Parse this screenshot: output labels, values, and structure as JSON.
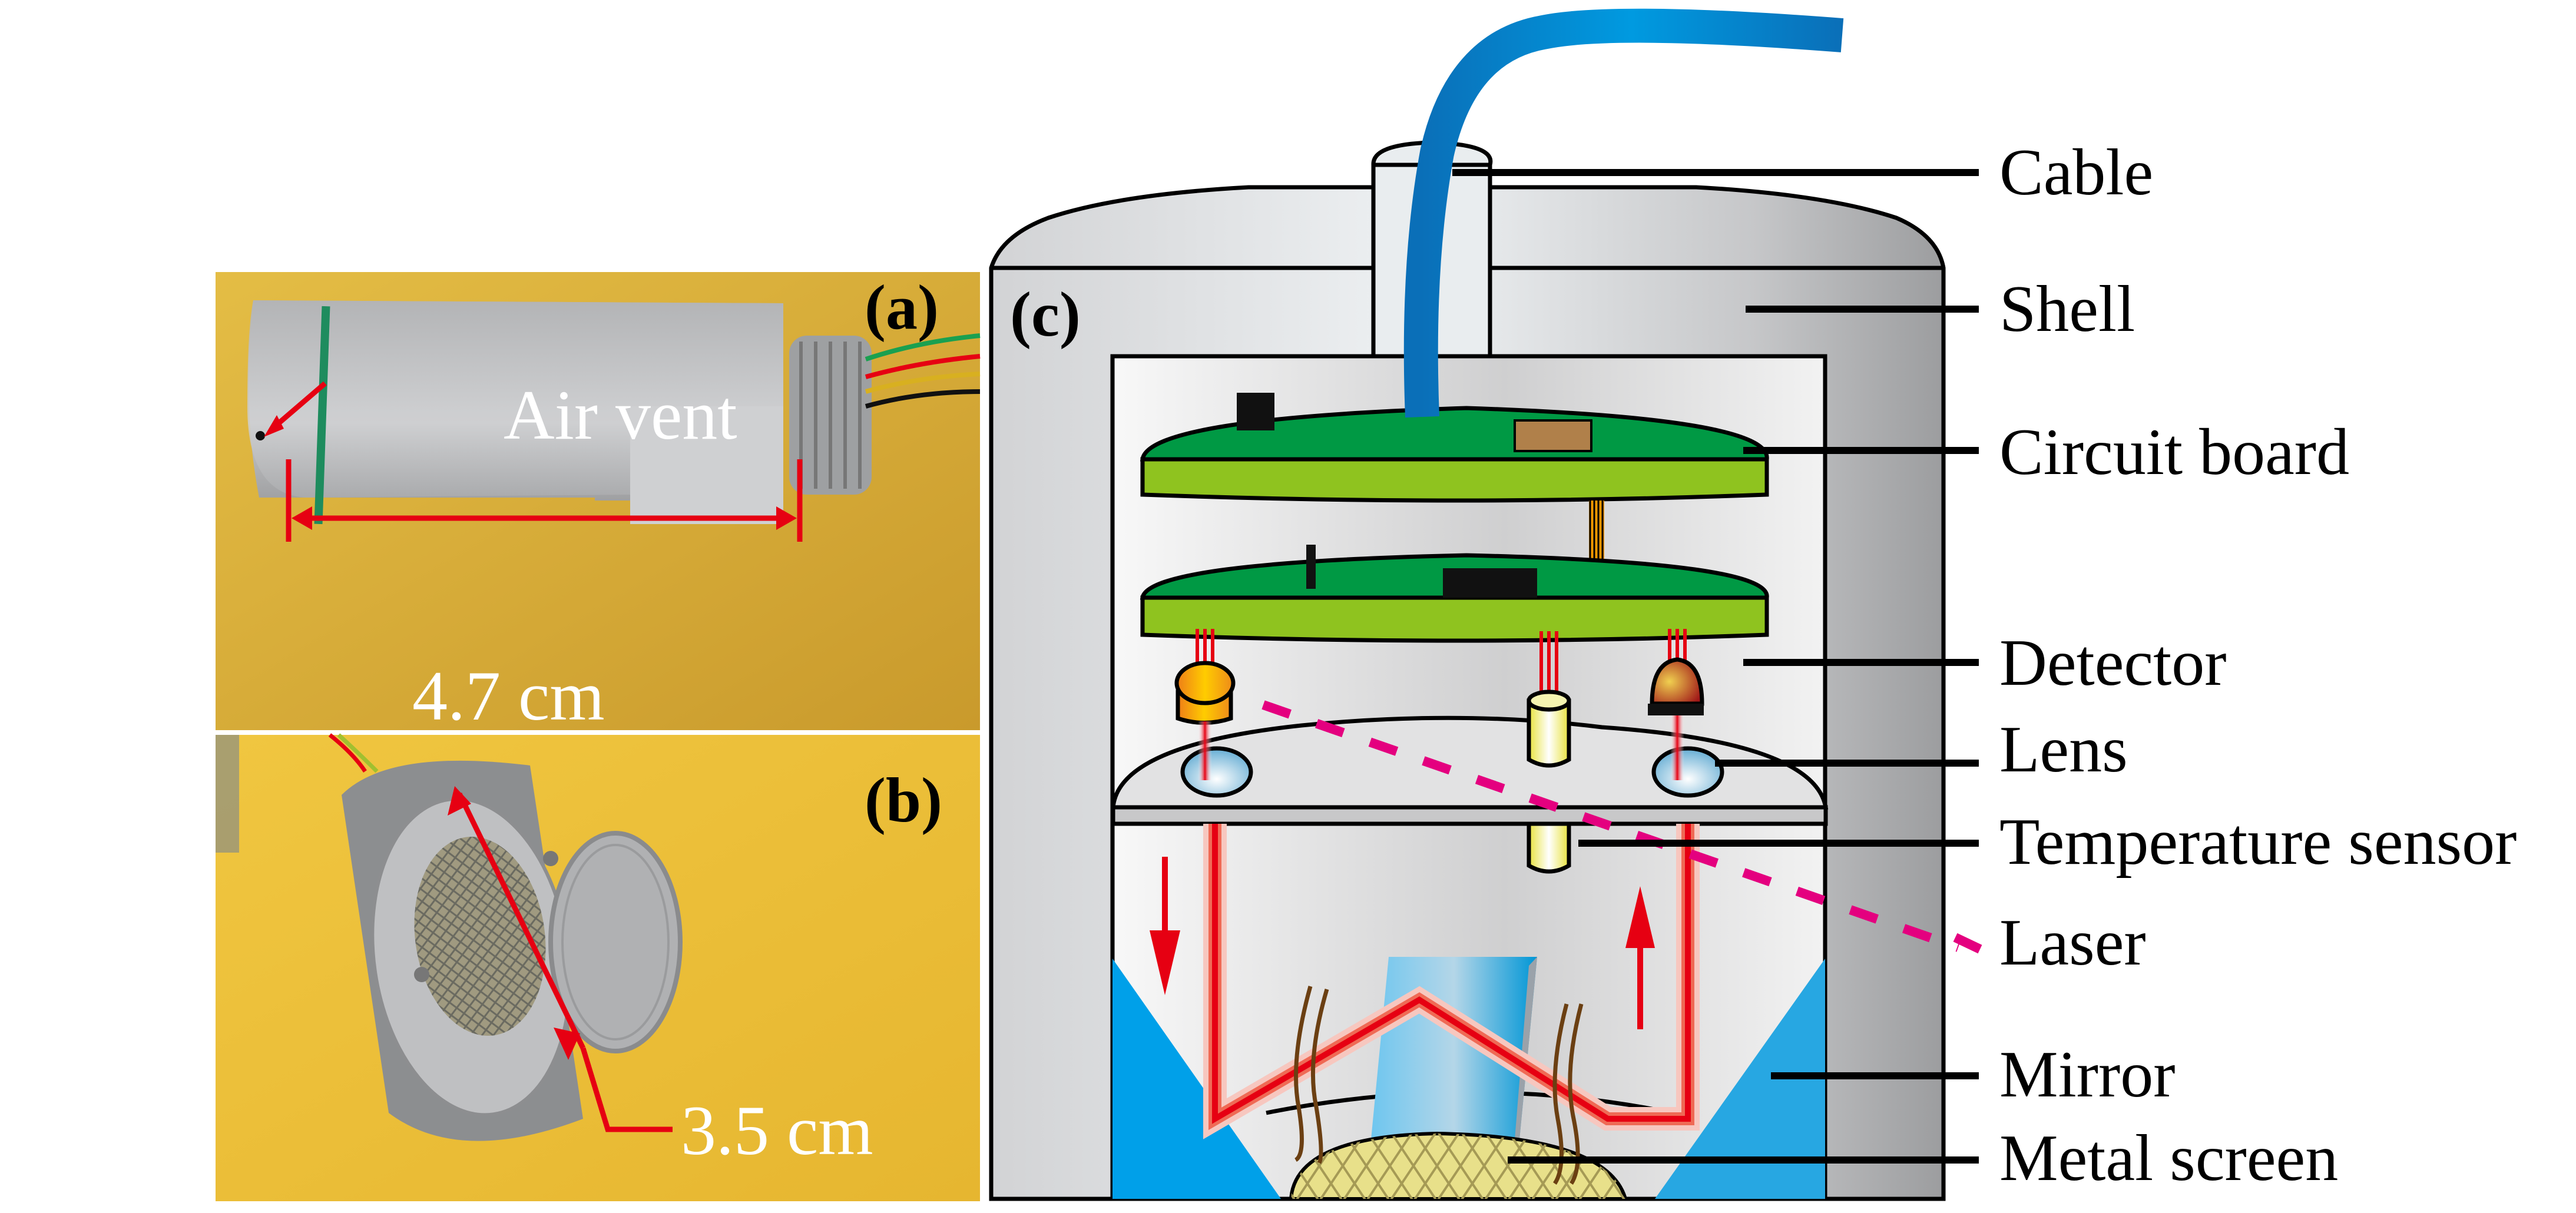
{
  "figure": {
    "panels": {
      "a": {
        "label": "(a)",
        "annotations": {
          "vent_label": "Air vent",
          "length_label": "4.7 cm"
        }
      },
      "b": {
        "label": "(b)",
        "annotations": {
          "diameter_label": "3.5 cm"
        }
      },
      "c": {
        "label": "(c)",
        "components": [
          {
            "id": "cable",
            "label": "Cable"
          },
          {
            "id": "shell",
            "label": "Shell"
          },
          {
            "id": "circuit-board",
            "label": "Circuit board"
          },
          {
            "id": "detector",
            "label": "Detector"
          },
          {
            "id": "lens",
            "label": "Lens"
          },
          {
            "id": "temperature-sensor",
            "label": "Temperature sensor"
          },
          {
            "id": "laser",
            "label": "Laser"
          },
          {
            "id": "mirror",
            "label": "Mirror"
          },
          {
            "id": "metal-screen",
            "label": "Metal screen"
          }
        ]
      }
    },
    "colors": {
      "photo_background": "#e2b83a",
      "annotation_red": "#e60012",
      "cable_blue": "#0096dc",
      "board_green_top": "#009944",
      "board_green_side": "#8fc31f",
      "mirror_blue": "#00a0e9",
      "laser_magenta": "#e4007f",
      "screen_yellow": "#e8e08a",
      "ribbon_orange": "#f39800"
    }
  }
}
